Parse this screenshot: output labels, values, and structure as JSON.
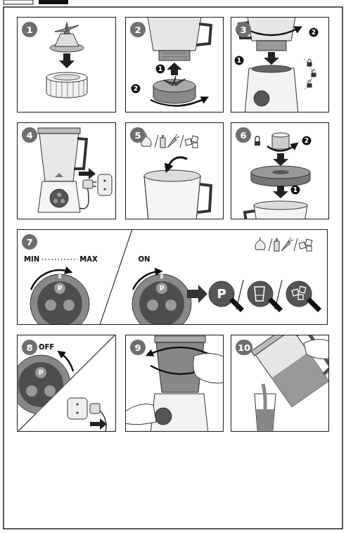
{
  "diagram": {
    "nodes": [
      {
        "text": [
          "1"
        ]
      },
      {
        "text": [
          "2"
        ]
      },
      {
        "text": [
          "3"
        ]
      },
      {
        "text": [
          "4"
        ]
      },
      {
        "text": [
          "5"
        ]
      },
      {
        "text": [
          "6"
        ]
      },
      {
        "text": [
          "7"
        ]
      },
      {
        "text": [
          "8"
        ]
      },
      {
        "text": [
          "9"
        ]
      },
      {
        "text": [
          "10"
        ]
      }
    ],
    "labels": [
      "1",
      "2",
      "1",
      "2",
      "2",
      "1",
      "MIN",
      "MAX",
      "ON",
      "P",
      "P",
      "P",
      "OFF",
      "P"
    ]
  }
}
